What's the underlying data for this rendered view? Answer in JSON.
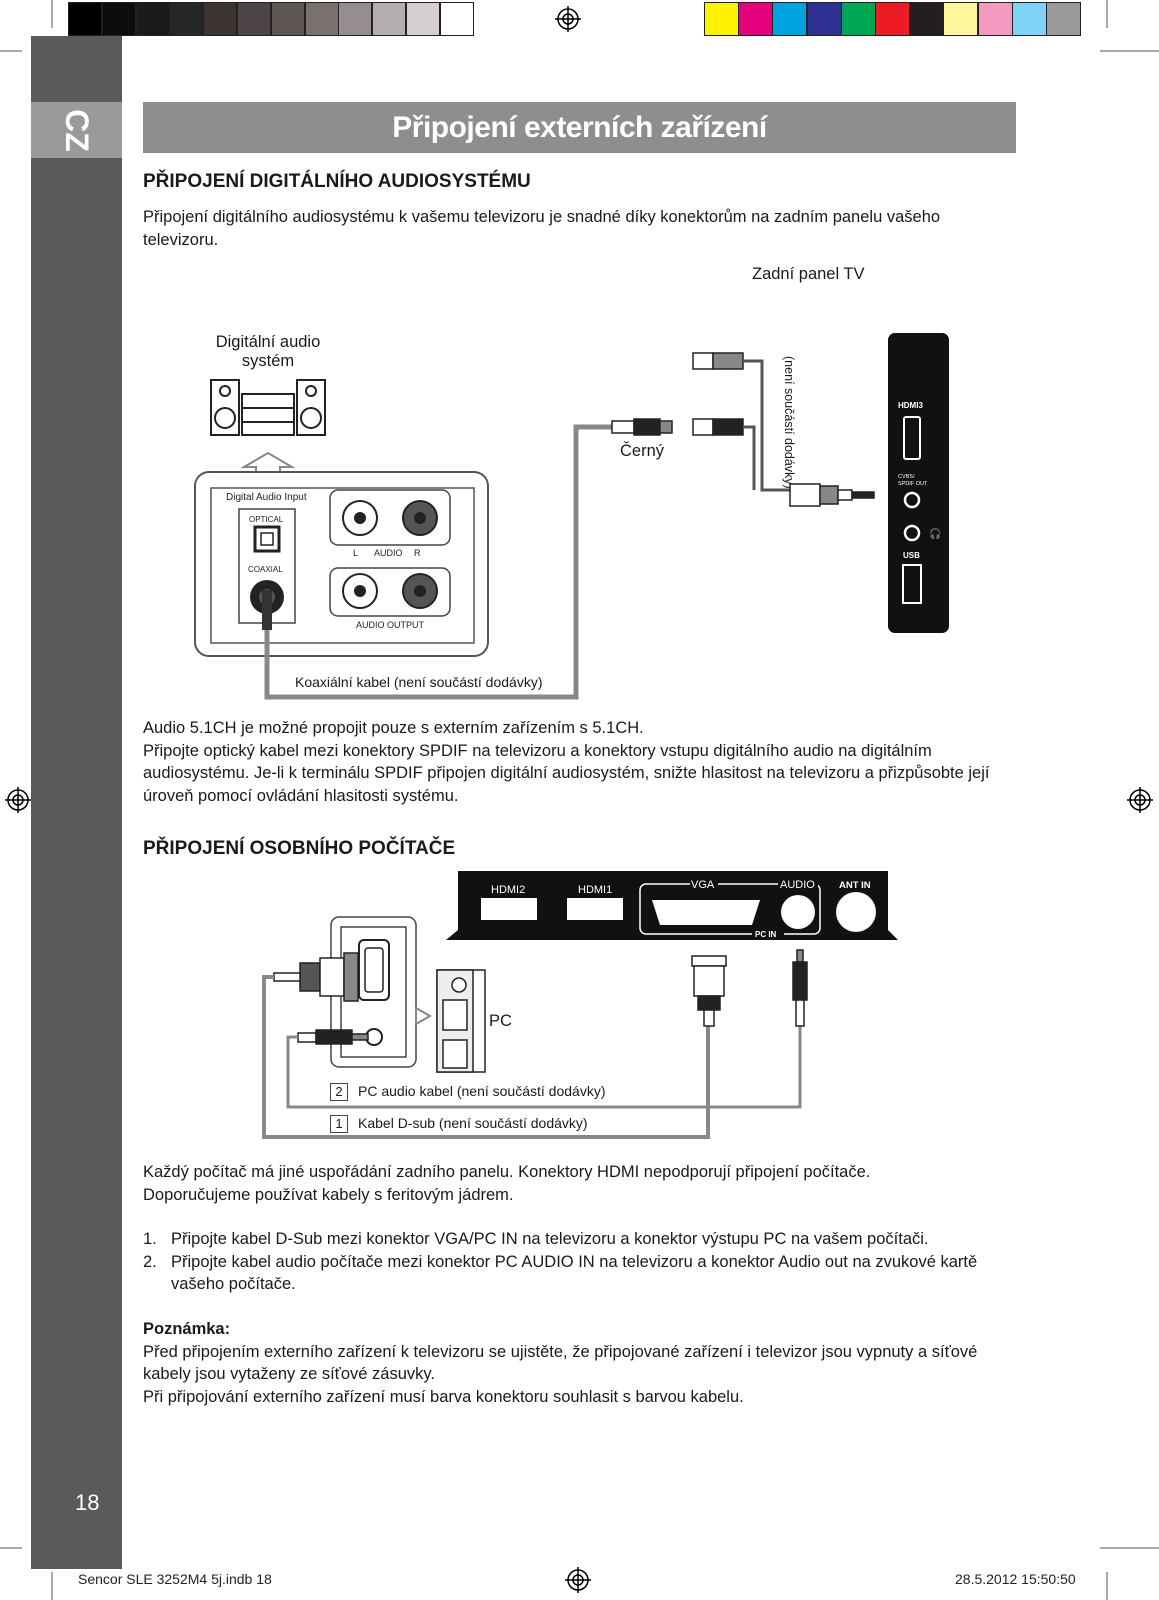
{
  "color_bar": {
    "gray_swatches": [
      "#000000",
      "#0d0d0d",
      "#1a1a1a",
      "#262626",
      "#3d3333",
      "#4d4545",
      "#5e5555",
      "#7a7070",
      "#968e8e",
      "#b5aeae",
      "#d5cfcf",
      "#ffffff"
    ],
    "color_swatches": [
      "#fff200",
      "#e6007e",
      "#00a3e0",
      "#2e3192",
      "#00a651",
      "#ed1c24",
      "#231f20",
      "#fff799",
      "#f49ac1",
      "#7fd4f5",
      "#9a9a9a"
    ]
  },
  "sidebar": {
    "language": "CZ",
    "page_number": "18"
  },
  "title": "Připojení externích zařízení",
  "section1": {
    "heading": "PŘIPOJENÍ DIGITÁLNÍHO AUDIOSYSTÉMU",
    "intro": "Připojení digitálního audiosystému k vašemu televizoru je snadné díky konektorům na zadním panelu vašeho televizoru.",
    "diagram": {
      "rear_panel_label": "Zadní panel TV",
      "audio_system_label_1": "Digitální audio",
      "audio_system_label_2": "systém",
      "black_label": "Černý",
      "not_included_vertical": "(není součástí dodávky)",
      "coax_cable_label": "Koaxiální kabel (není součástí dodávky)",
      "digital_audio_input": "Digital Audio Input",
      "optical": "OPTICAL",
      "coaxial": "COAXIAL",
      "audio_l": "L",
      "audio_word": "AUDIO",
      "audio_r": "R",
      "audio_output": "AUDIO OUTPUT",
      "hdmi3": "HDMI3",
      "cvbs_1": "CVBS/",
      "cvbs_2": "SPDIF OUT",
      "usb": "USB"
    },
    "body": [
      "Audio 5.1CH je možné propojit pouze s externím zařízením s 5.1CH.",
      "Připojte optický kabel mezi konektory SPDIF na televizoru a konektory vstupu digitálního audio na digitálním audiosystému. Je-li k terminálu SPDIF připojen digitální audiosystém, snižte hlasitost na televizoru a přizpůsobte její úroveň pomocí ovládání hlasitosti systému."
    ]
  },
  "section2": {
    "heading": "PŘIPOJENÍ OSOBNÍHO POČÍTAČE",
    "diagram": {
      "hdmi2": "HDMI2",
      "hdmi1": "HDMI1",
      "vga": "VGA",
      "audio": "AUDIO",
      "ant_in": "ANT IN",
      "pc_in": "PC IN",
      "pc_label": "PC",
      "cable2_num": "2",
      "cable2_label": "PC audio kabel (není součástí dodávky)",
      "cable1_num": "1",
      "cable1_label": "Kabel D-sub (není součástí dodávky)"
    },
    "body": [
      "Každý počítač má jiné uspořádání zadního panelu. Konektory HDMI nepodporují připojení počítače.",
      "Doporučujeme používat kabely s feritovým jádrem."
    ],
    "steps": [
      {
        "num": "1.",
        "text": "Připojte kabel D-Sub mezi konektor VGA/PC IN na televizoru a konektor výstupu PC na vašem počítači."
      },
      {
        "num": "2.",
        "text": "Připojte kabel audio počítače mezi konektor PC AUDIO IN na televizoru a konektor Audio out na zvukové kartě vašeho počítače."
      }
    ],
    "note_heading": "Poznámka:",
    "note_lines": [
      "Před připojením externího zařízení k televizoru se ujistěte, že připojované zařízení i televizor jsou vypnuty a síťové kabely jsou vytaženy ze síťové zásuvky.",
      "Při připojování externího zařízení musí barva konektoru souhlasit s barvou kabelu."
    ]
  },
  "footer": {
    "file": "Sencor SLE 3252M4 5j.indb   18",
    "date": "28.5.2012   15:50:50"
  }
}
